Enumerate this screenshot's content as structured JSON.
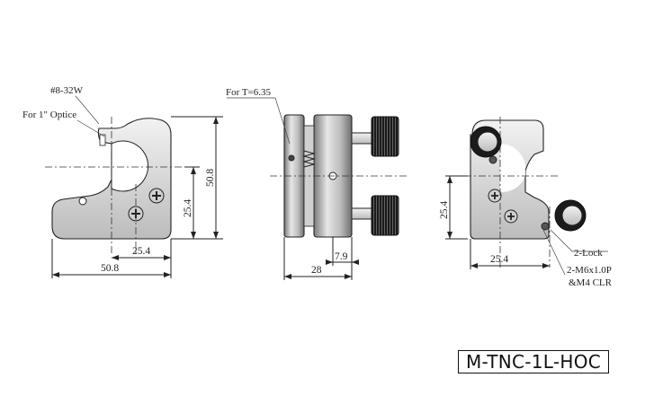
{
  "front_view": {
    "thread_label": "#8-32W",
    "optic_label": "For 1\" Optice",
    "dim_height": "50.8",
    "dim_half_height": "25.4",
    "dim_half_width": "25.4",
    "dim_width": "50.8"
  },
  "side_view": {
    "thickness_label": "For T=6.35",
    "dim_depth": "28",
    "dim_offset": "7.9"
  },
  "rear_view": {
    "dim_half_height": "25.4",
    "dim_half_width": "25.4",
    "lock_label": "2-Lock",
    "thread_label_1": "2-M6x1.0P",
    "thread_label_2": "&M4 CLR"
  },
  "model_number": "M-TNC-1L-HOC"
}
